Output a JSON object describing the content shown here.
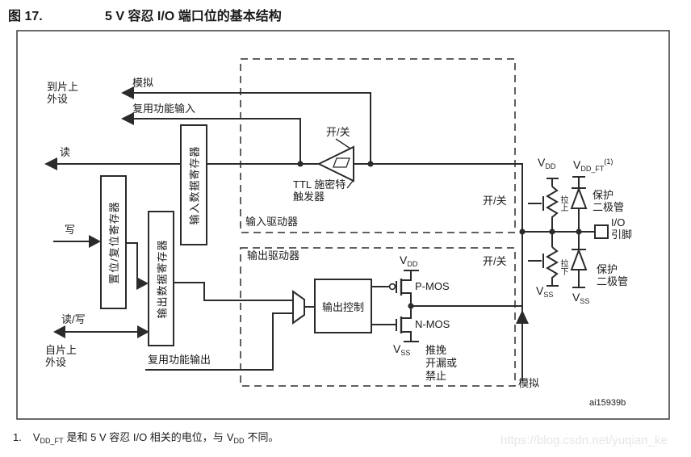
{
  "figure": {
    "label": "图 17.",
    "title": "5 V 容忍 I/O 端口位的基本结构",
    "id": "ai15939b"
  },
  "peripherals": {
    "to_chip": [
      "到片上",
      "外设"
    ],
    "from_chip": [
      "自片上",
      "外设"
    ]
  },
  "signals": {
    "analog_in": "模拟",
    "alt_func_in": "复用功能输入",
    "read": "读",
    "write": "写",
    "read_write": "读/写",
    "alt_func_out": "复用功能输出",
    "analog_bottom": "模拟"
  },
  "registers": {
    "input_data": "输入数据寄存器",
    "set_reset": "置位/复位寄存器",
    "output_data": "输出数据寄存器"
  },
  "input_driver": {
    "label": "输入驱动器",
    "on_off": "开/关",
    "schmitt": [
      "TTL 施密特",
      "触发器"
    ]
  },
  "output_driver": {
    "label": "输出驱动器",
    "control": "输出控制",
    "pmos": "P-MOS",
    "nmos": "N-MOS",
    "vdd": {
      "base": "V",
      "sub": "DD"
    },
    "vss": {
      "base": "V",
      "sub": "SS"
    },
    "modes": [
      "推挽",
      "开漏或",
      "禁止"
    ]
  },
  "pin_section": {
    "on_off_top": "开/关",
    "on_off_bottom": "开/关",
    "vdd": {
      "base": "V",
      "sub": "DD"
    },
    "vdd_ft": {
      "base": "V",
      "sub": "DD_FT",
      "sup": "(1)"
    },
    "pull_up": "拉上",
    "pull_down": "拉下",
    "prot_diode_top": [
      "保护",
      "二极管"
    ],
    "prot_diode_bottom": [
      "保护",
      "二极管"
    ],
    "vss_pull": {
      "base": "V",
      "sub": "SS"
    },
    "vss_diode": {
      "base": "V",
      "sub": "SS"
    },
    "io_pin": [
      "I/O",
      "引脚"
    ]
  },
  "footnote": {
    "num": "1.",
    "v1": "V",
    "v1_sub": "DD_FT",
    "mid": "是和 5 V 容忍 I/O 相关的电位，与",
    "v2": "V",
    "v2_sub": "DD",
    "end": "不同。"
  },
  "colors": {
    "line": "#2b2b2b",
    "text": "#1a1a1a",
    "watermark": "#e6e6e8",
    "background": "#ffffff"
  },
  "watermark": "https://blog.csdn.net/yuqian_ke"
}
